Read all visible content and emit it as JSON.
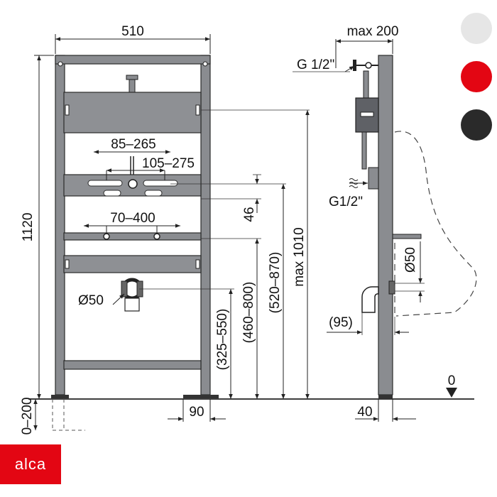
{
  "dimensions": {
    "width": "510",
    "height": "1120",
    "depth": "max 200",
    "g_top": "G 1/2\"",
    "g_side": "G1/2\"",
    "range_85_265": "85–265",
    "range_105_275": "105–275",
    "range_70_400": "70–400",
    "d50_front": "Ø50",
    "d50_side": "Ø50",
    "v46": "46",
    "max1010": "max 1010",
    "r520_870": "(520–870)",
    "r460_800": "(460–800)",
    "r325_550": "(325–550)",
    "v95": "(95)",
    "v90": "90",
    "v40": "40",
    "floor_zero": "0",
    "leg_adjust": "0–200"
  },
  "colors": {
    "swatches": [
      "#e6e6e6",
      "#e30613",
      "#2a2a2a"
    ],
    "brand": "#e30613",
    "frame": "#8a8c90"
  },
  "brand": {
    "logo_text": "alca"
  }
}
